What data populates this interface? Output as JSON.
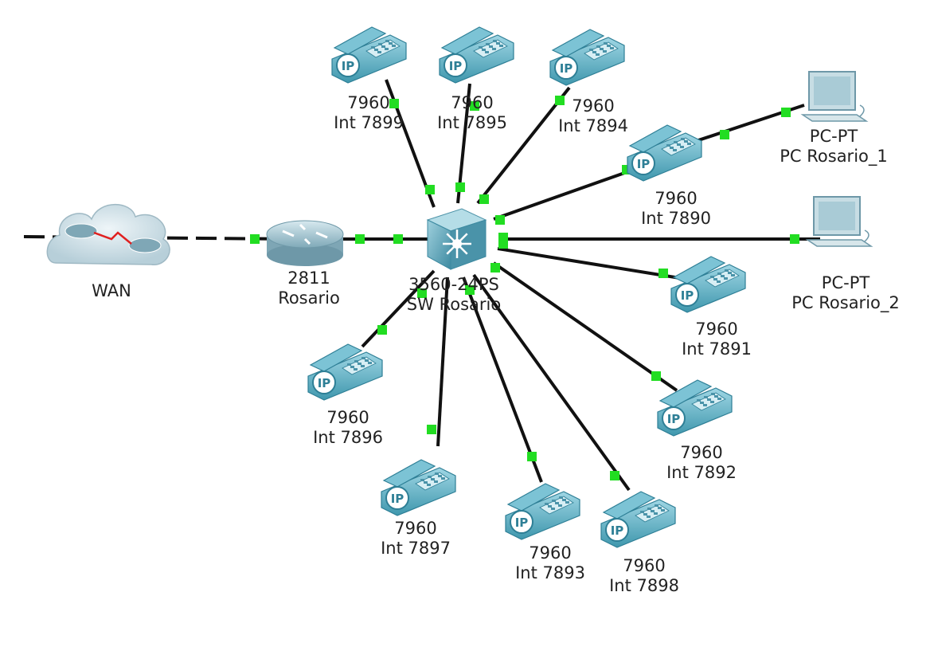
{
  "colors": {
    "background": "#ffffff",
    "link": "#111111",
    "link_port": "#22dd22",
    "device_body": "#5fb3c7",
    "device_dark": "#2e7f96",
    "device_light": "#b9e3ee",
    "cloud": "#c9dde6",
    "serial_link": "#e02020"
  },
  "devices": {
    "wan": {
      "name": "WAN",
      "icon": "cloud-icon"
    },
    "router": {
      "model": "2811",
      "name": "Rosario",
      "icon": "router-icon"
    },
    "switch": {
      "model": "3560-24PS",
      "name": "SW Rosario",
      "icon": "multilayer-switch-icon"
    },
    "pc1": {
      "model": "PC-PT",
      "name": "PC Rosario_1",
      "icon": "pc-icon"
    },
    "pc2": {
      "model": "PC-PT",
      "name": "PC Rosario_2",
      "icon": "pc-icon"
    },
    "phones": [
      {
        "id": "ph7899",
        "model": "7960",
        "name": "Int 7899",
        "icon": "ip-phone-icon",
        "badge": "IP"
      },
      {
        "id": "ph7895",
        "model": "7960",
        "name": "Int 7895",
        "icon": "ip-phone-icon",
        "badge": "IP"
      },
      {
        "id": "ph7894",
        "model": "7960",
        "name": "Int 7894",
        "icon": "ip-phone-icon",
        "badge": "IP"
      },
      {
        "id": "ph7890",
        "model": "7960",
        "name": "Int 7890",
        "icon": "ip-phone-icon",
        "badge": "IP"
      },
      {
        "id": "ph7891",
        "model": "7960",
        "name": "Int 7891",
        "icon": "ip-phone-icon",
        "badge": "IP"
      },
      {
        "id": "ph7892",
        "model": "7960",
        "name": "Int 7892",
        "icon": "ip-phone-icon",
        "badge": "IP"
      },
      {
        "id": "ph7898",
        "model": "7960",
        "name": "Int 7898",
        "icon": "ip-phone-icon",
        "badge": "IP"
      },
      {
        "id": "ph7893",
        "model": "7960",
        "name": "Int 7893",
        "icon": "ip-phone-icon",
        "badge": "IP"
      },
      {
        "id": "ph7897",
        "model": "7960",
        "name": "Int 7897",
        "icon": "ip-phone-icon",
        "badge": "IP"
      },
      {
        "id": "ph7896",
        "model": "7960",
        "name": "Int 7896",
        "icon": "ip-phone-icon",
        "badge": "IP"
      }
    ]
  },
  "links": [
    {
      "from": "wan",
      "to": "router",
      "style": "dashed"
    },
    {
      "from": "router",
      "to": "switch",
      "style": "solid"
    },
    {
      "from": "switch",
      "to": "ph7899",
      "style": "solid"
    },
    {
      "from": "switch",
      "to": "ph7895",
      "style": "solid"
    },
    {
      "from": "switch",
      "to": "ph7894",
      "style": "solid"
    },
    {
      "from": "switch",
      "to": "ph7890",
      "style": "solid"
    },
    {
      "from": "ph7890",
      "to": "pc1",
      "style": "solid"
    },
    {
      "from": "switch",
      "to": "pc2",
      "style": "solid"
    },
    {
      "from": "switch",
      "to": "ph7891",
      "style": "solid"
    },
    {
      "from": "switch",
      "to": "ph7892",
      "style": "solid"
    },
    {
      "from": "switch",
      "to": "ph7898",
      "style": "solid"
    },
    {
      "from": "switch",
      "to": "ph7893",
      "style": "solid"
    },
    {
      "from": "switch",
      "to": "ph7897",
      "style": "solid"
    },
    {
      "from": "switch",
      "to": "ph7896",
      "style": "solid"
    }
  ]
}
